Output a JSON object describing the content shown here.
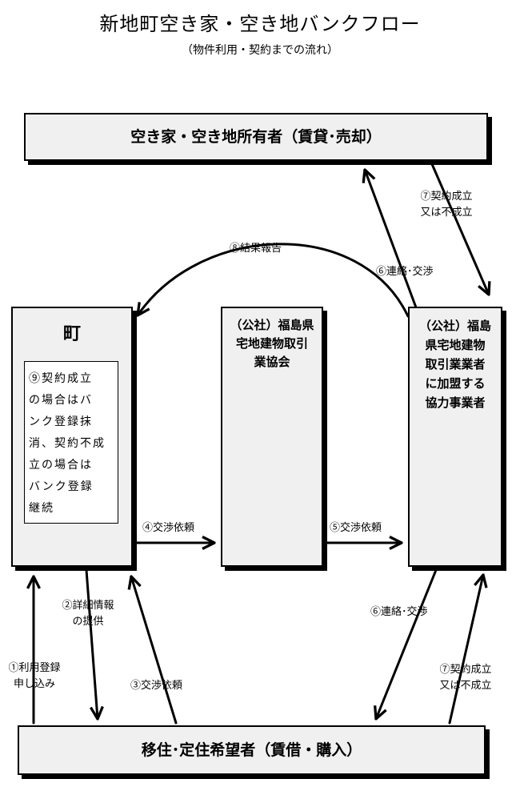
{
  "title": "新地町空き家・空き地バンクフロー",
  "subtitle": "（物件利用・契約までの流れ）",
  "boxes": {
    "owner": "空き家・空き地所有者（賃貸･売却）",
    "town": "町",
    "town_note": "⑨契約成立\nの場合はバ\nンク登録抹\n消、契約不成\n立の場合は\nバンク登録\n継続",
    "association": "（公社）福島県\n宅地建物取引\n業協会",
    "business": "（公社）福島\n県宅地建物\n取引業業者\nに加盟する\n協力事業者",
    "applicant": "移住･定住希望者（賃借・購入）"
  },
  "labels": {
    "step1": "①利用登録\n申し込み",
    "step2": "②詳細情報\nの提供",
    "step3": "③交渉依頼",
    "step4": "④交渉依頼",
    "step5": "⑤交渉依頼",
    "step6_top": "⑥連絡･交渉",
    "step6_bottom": "⑥連絡･交渉",
    "step7_top": "⑦契約成立\n又は不成立",
    "step7_bottom": "⑦契約成立\n又は不成立",
    "step8": "⑧結果報告"
  }
}
